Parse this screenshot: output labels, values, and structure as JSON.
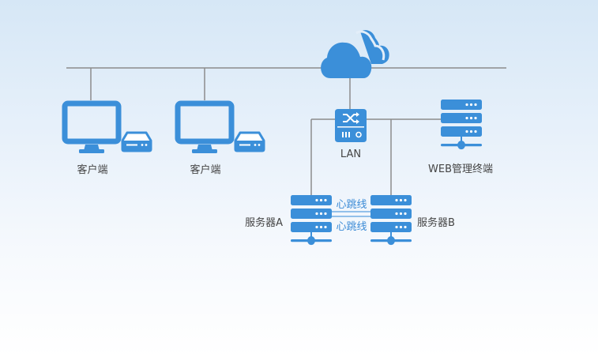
{
  "diagram": {
    "title": "",
    "colors": {
      "icon": "#3b8fd9",
      "line": "#8c8c8c",
      "heartbeat_line": "#5aa0de",
      "label": "#444444",
      "heartbeat_label": "#3b8bd6"
    },
    "nodes": {
      "cloud": {
        "icon": "cloud-icon"
      },
      "client1": {
        "label": "客户端",
        "icon": "monitor-icon"
      },
      "client2": {
        "label": "客户端",
        "icon": "monitor-icon"
      },
      "lan": {
        "label": "LAN",
        "icon": "switch-icon"
      },
      "web": {
        "label": "WEB管理终端",
        "icon": "server-icon"
      },
      "serverA": {
        "label": "服务器A",
        "icon": "server-icon"
      },
      "serverB": {
        "label": "服务器B",
        "icon": "server-icon"
      }
    },
    "heartbeat": {
      "label_top": "心跳线",
      "label_bottom": "心跳线"
    }
  }
}
